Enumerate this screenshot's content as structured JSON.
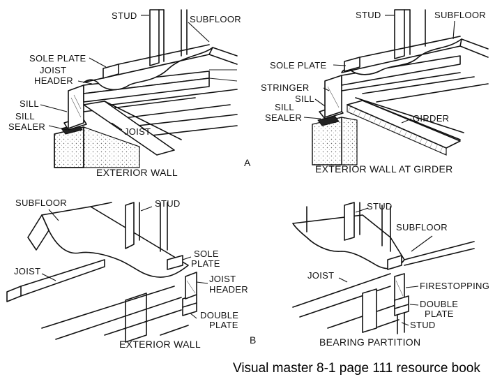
{
  "caption": "Visual master 8-1 page 111 resource book",
  "panel_letters": [
    "A",
    "B"
  ],
  "panels": {
    "top_left": {
      "title": "EXTERIOR WALL",
      "labels": [
        "STUD",
        "SUBFLOOR",
        "SOLE PLATE",
        "JOIST",
        "HEADER",
        "SILL",
        "SILL",
        "SEALER",
        "JOIST"
      ]
    },
    "top_right": {
      "title": "EXTERIOR WALL AT GIRDER",
      "labels": [
        "STUD",
        "SUBFLOOR",
        "SOLE PLATE",
        "STRINGER",
        "SILL",
        "SILL",
        "SEALER",
        "GIRDER"
      ]
    },
    "bottom_left": {
      "title": "EXTERIOR WALL",
      "labels": [
        "SUBFLOOR",
        "STUD",
        "JOIST",
        "SOLE",
        "PLATE",
        "JOIST",
        "HEADER",
        "DOUBLE",
        "PLATE"
      ]
    },
    "bottom_right": {
      "title": "BEARING PARTITION",
      "labels": [
        "STUD",
        "SUBFLOOR",
        "JOIST",
        "FIRESTOPPING",
        "DOUBLE",
        "PLATE",
        "STUD"
      ]
    }
  }
}
